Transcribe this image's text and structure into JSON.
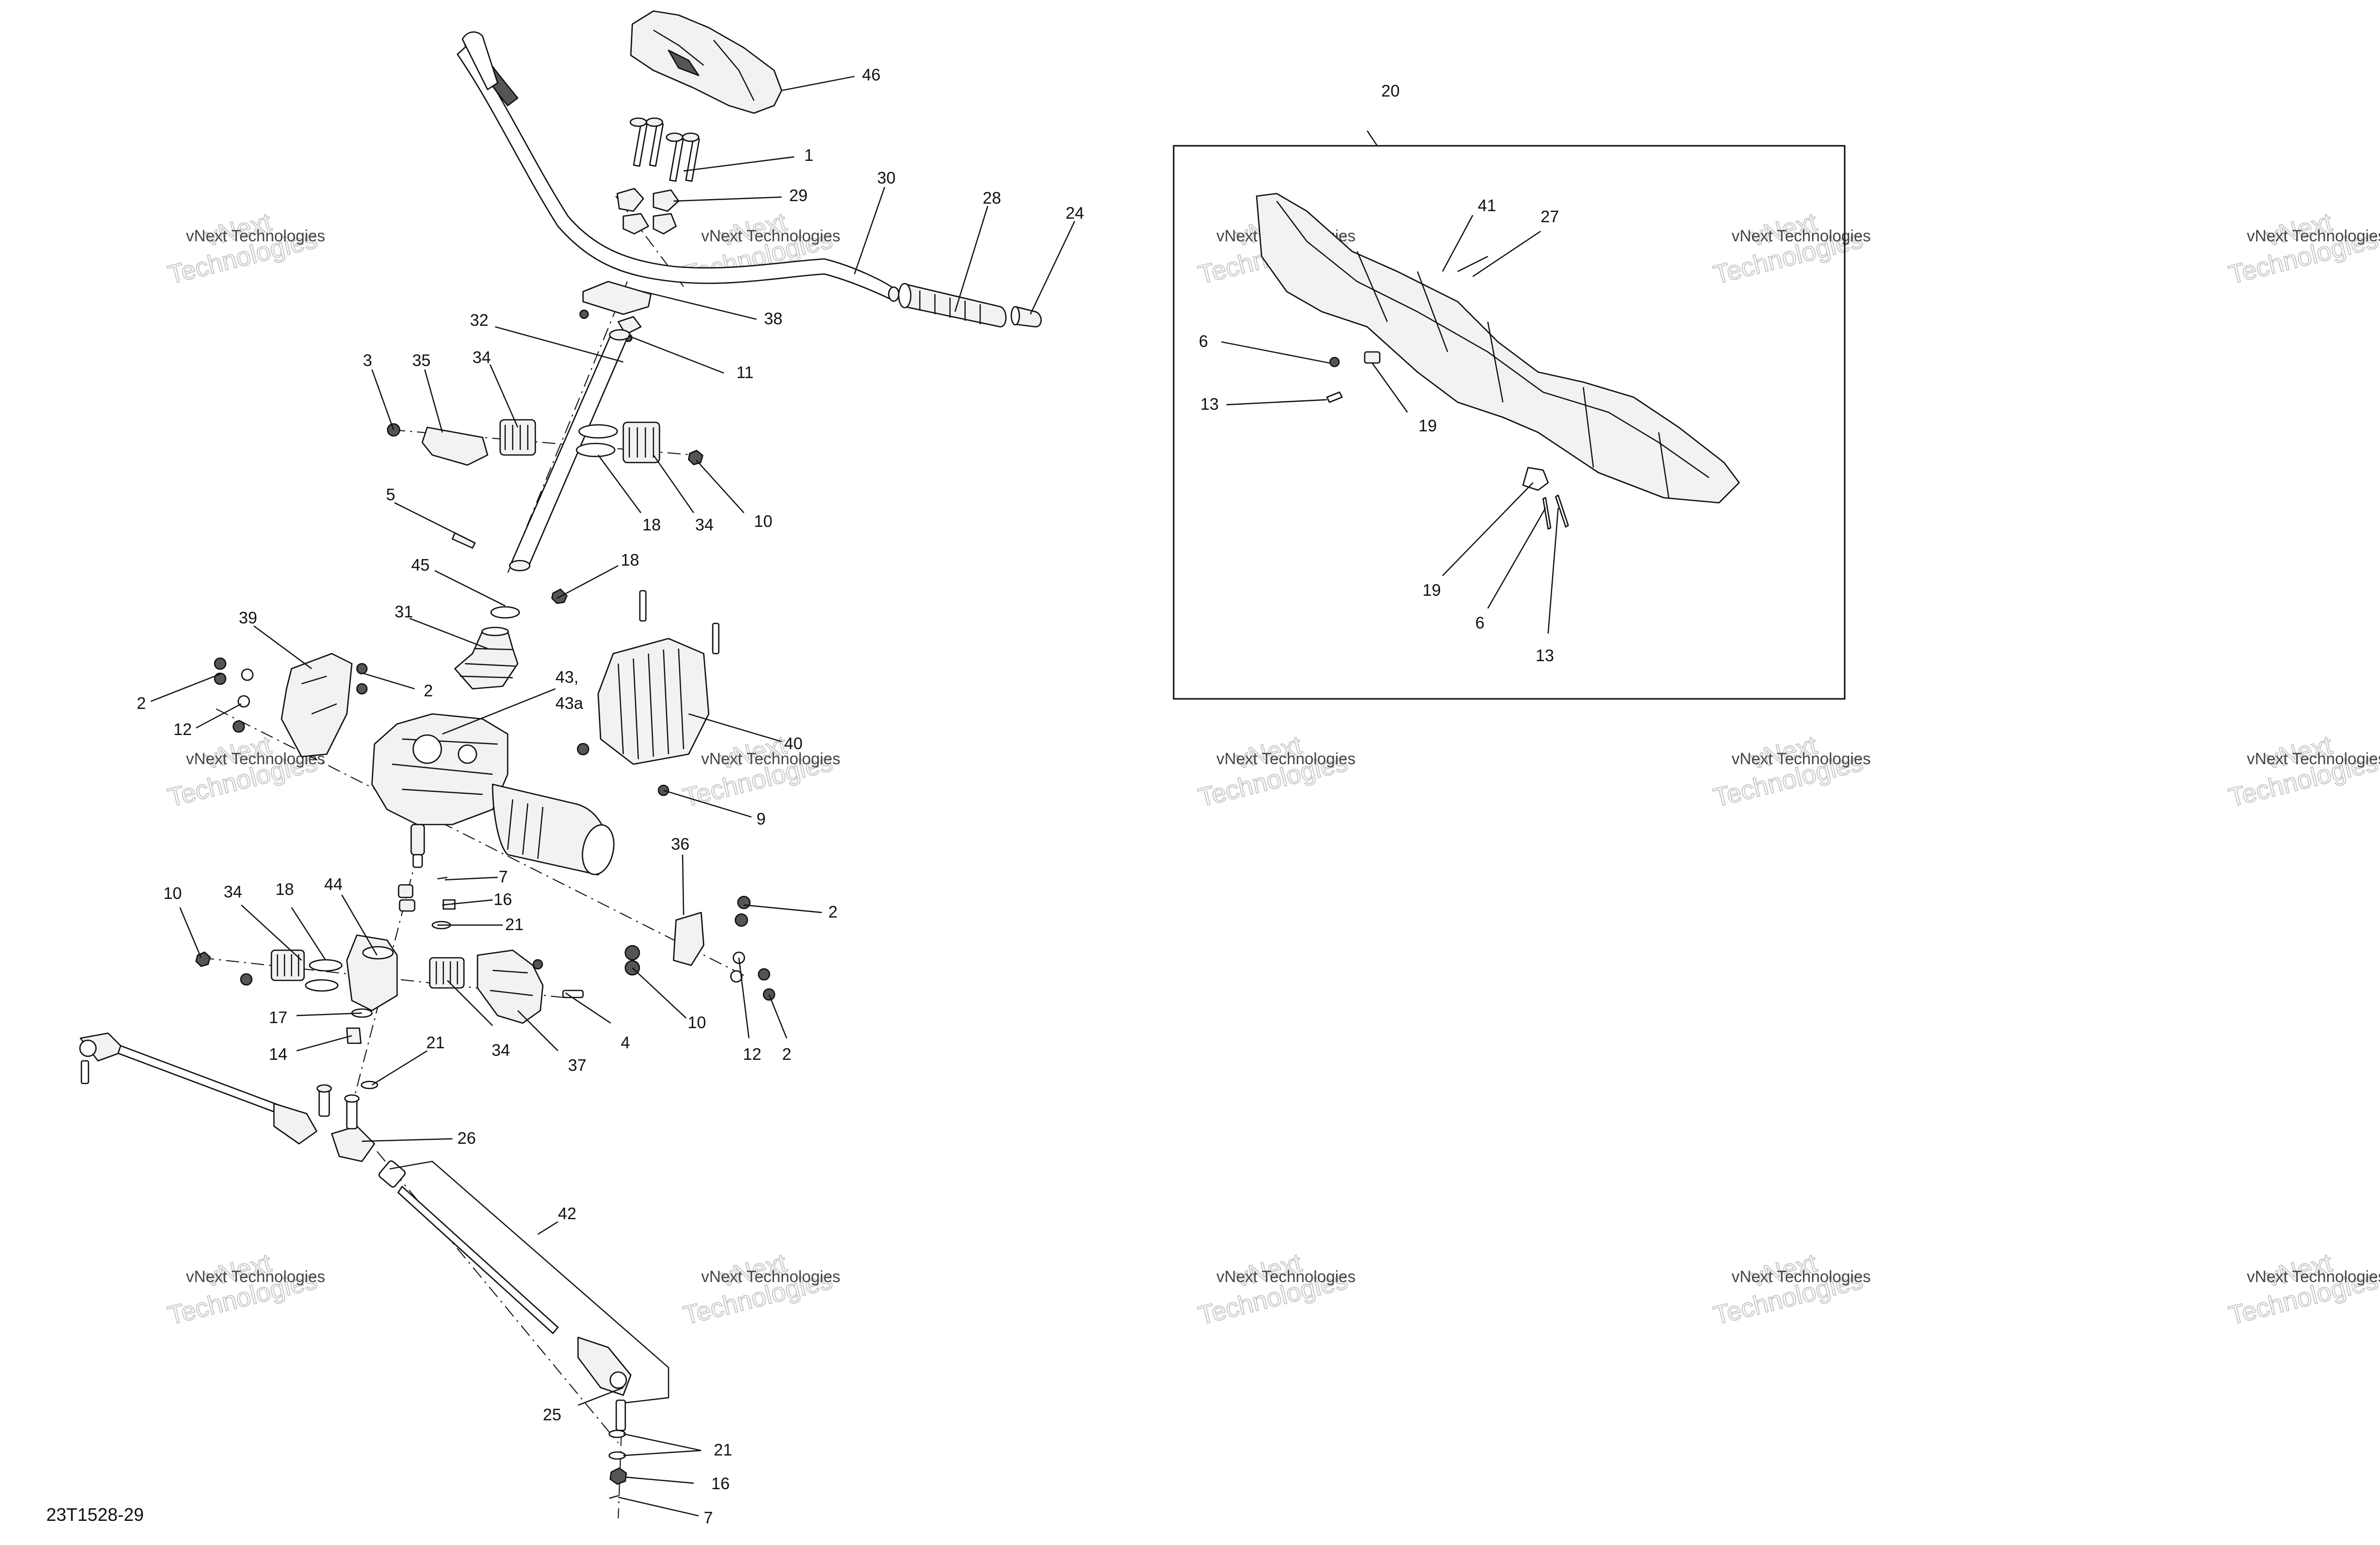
{
  "diagram_id": "23T1528-29",
  "watermark": {
    "line1": "vNext Technologies",
    "line2": "vNext",
    "line3": "Technologies"
  },
  "callouts": {
    "c1": "1",
    "c2a": "2",
    "c2b": "2",
    "c2c": "2",
    "c2d": "2",
    "c3": "3",
    "c4": "4",
    "c5": "5",
    "c6a": "6",
    "c6b": "6",
    "c7a": "7",
    "c7b": "7",
    "c9": "9",
    "c10a": "10",
    "c10b": "10",
    "c10c": "10",
    "c11": "11",
    "c12a": "12",
    "c12b": "12",
    "c13a": "13",
    "c13b": "13",
    "c14": "14",
    "c16a": "16",
    "c16b": "16",
    "c17": "17",
    "c18a": "18",
    "c18b": "18",
    "c18c": "18",
    "c19a": "19",
    "c19b": "19",
    "c20": "20",
    "c21a": "21",
    "c21b": "21",
    "c21c": "21",
    "c24": "24",
    "c25": "25",
    "c26": "26",
    "c27": "27",
    "c28": "28",
    "c29": "29",
    "c30": "30",
    "c31": "31",
    "c32": "32",
    "c34a": "34",
    "c34b": "34",
    "c34c": "34",
    "c34d": "34",
    "c35": "35",
    "c36": "36",
    "c37": "37",
    "c38": "38",
    "c39": "39",
    "c40": "40",
    "c41": "41",
    "c42": "42",
    "c43": "43,",
    "c43a": "43a",
    "c44": "44",
    "c45": "45",
    "c46": "46"
  }
}
